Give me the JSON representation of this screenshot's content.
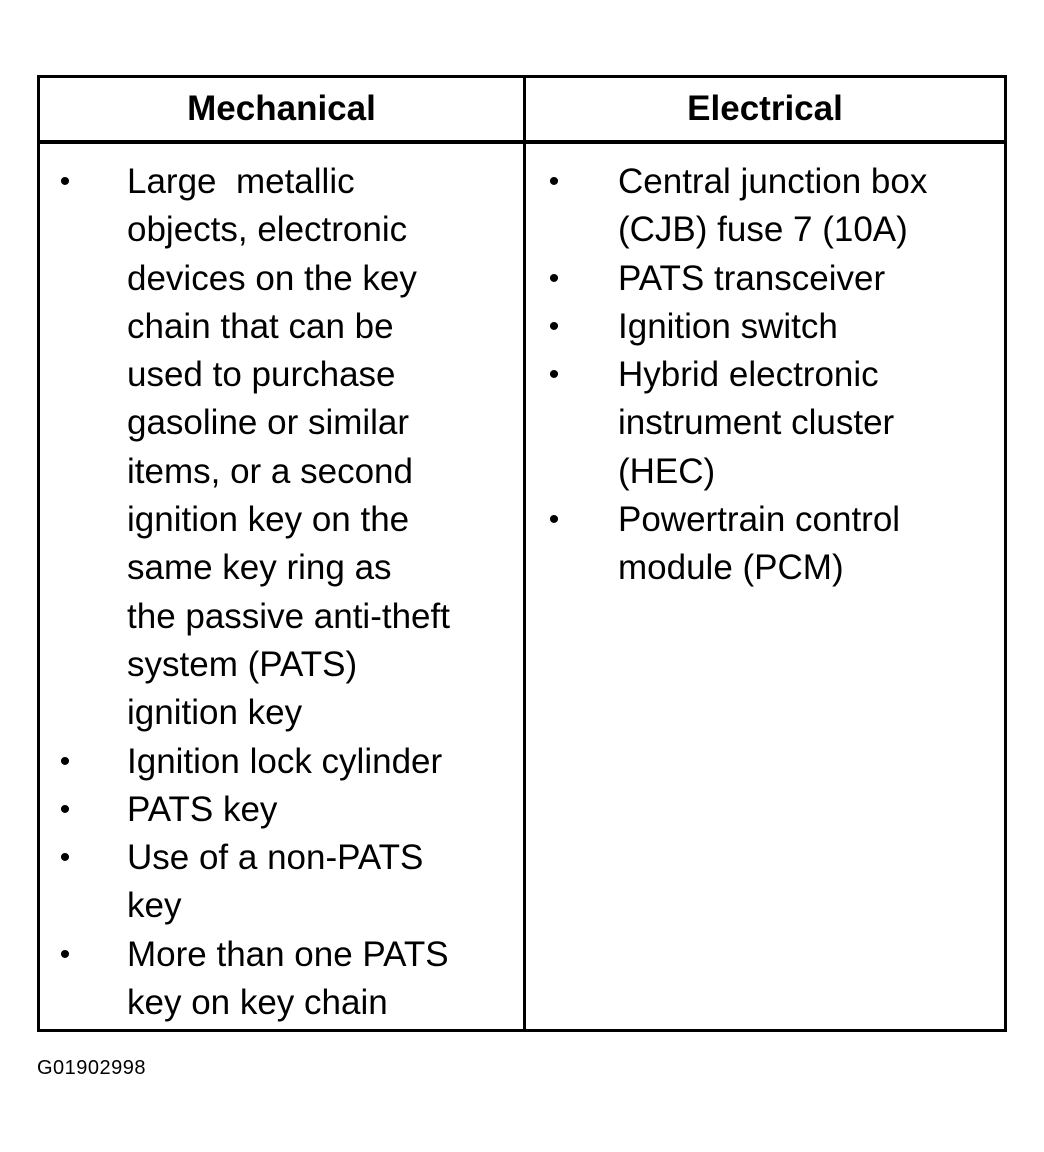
{
  "table": {
    "headers": {
      "mechanical": "Mechanical",
      "electrical": "Electrical"
    },
    "bullet": "•",
    "mechanical_items": [
      {
        "lines": [
          "Large  metallic",
          "objects, electronic",
          "devices on the key",
          "chain that can be",
          "used to purchase",
          "gasoline or similar",
          "items, or a second",
          "ignition key on the",
          "same key ring as",
          "the passive anti-theft",
          "system (PATS)",
          "ignition key"
        ]
      },
      {
        "lines": [
          "Ignition lock cylinder"
        ]
      },
      {
        "lines": [
          "PATS key"
        ]
      },
      {
        "lines": [
          "Use of a non-PATS",
          "key"
        ]
      },
      {
        "lines": [
          "More than one PATS",
          "key on key chain"
        ]
      }
    ],
    "electrical_items": [
      {
        "lines": [
          "Central junction box",
          "(CJB) fuse 7 (10A)"
        ]
      },
      {
        "lines": [
          "PATS transceiver"
        ]
      },
      {
        "lines": [
          "Ignition switch"
        ]
      },
      {
        "lines": [
          "Hybrid electronic",
          "instrument cluster",
          "(HEC)"
        ]
      },
      {
        "lines": [
          "Powertrain control",
          "module (PCM)"
        ]
      }
    ]
  },
  "figure_id": "G01902998"
}
